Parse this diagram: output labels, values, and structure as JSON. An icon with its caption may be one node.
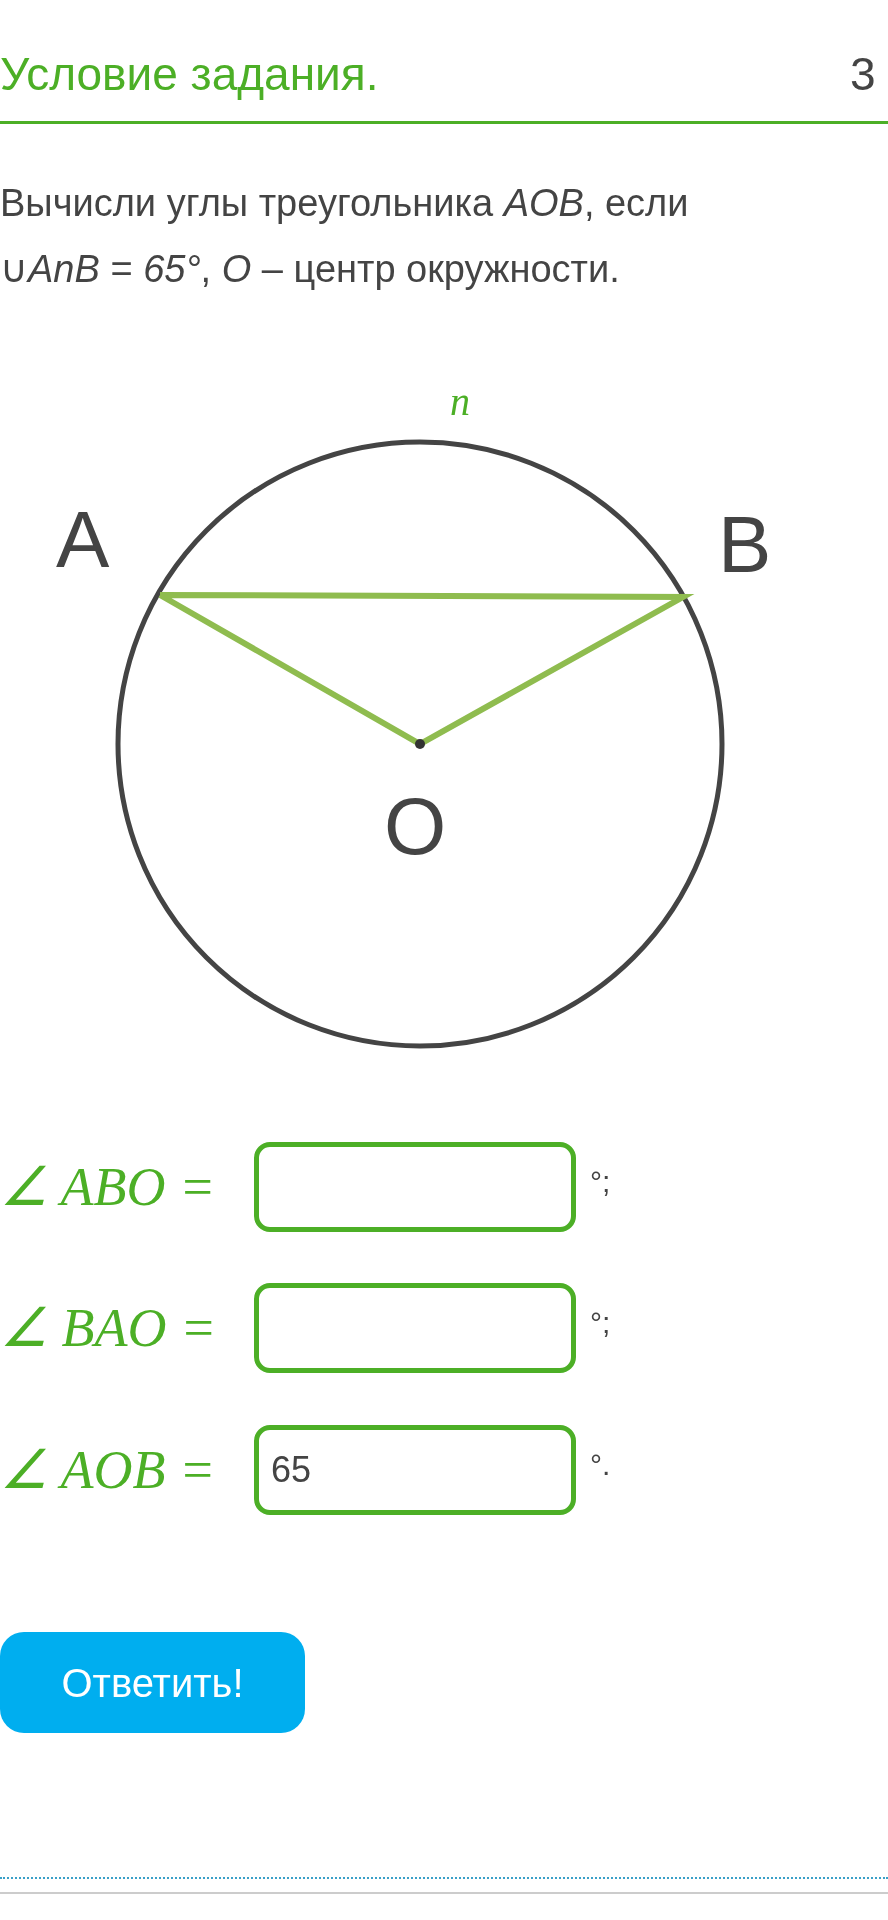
{
  "diagram": {
    "title": "Условие задания.",
    "labels": [
      "3",
      "Вычисли углы треугольника *AOB*, если ∪*AnB* = *65°*, *O* – центр окружности.",
      "n",
      "A",
      "B",
      "O",
      "∠ *ABO* =",
      "°;",
      "∠ *BAO* =",
      "°;",
      "∠ *AOB* =",
      "65",
      "°.",
      "Ответить!"
    ]
  }
}
